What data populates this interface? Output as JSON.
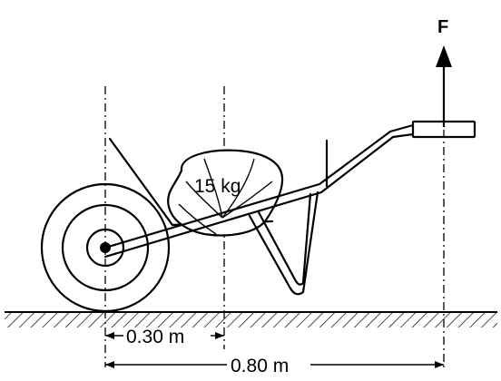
{
  "force": {
    "label": "F"
  },
  "load": {
    "label": "15 kg"
  },
  "dimensions": {
    "short": "0.30 m",
    "long": "0.80 m"
  }
}
